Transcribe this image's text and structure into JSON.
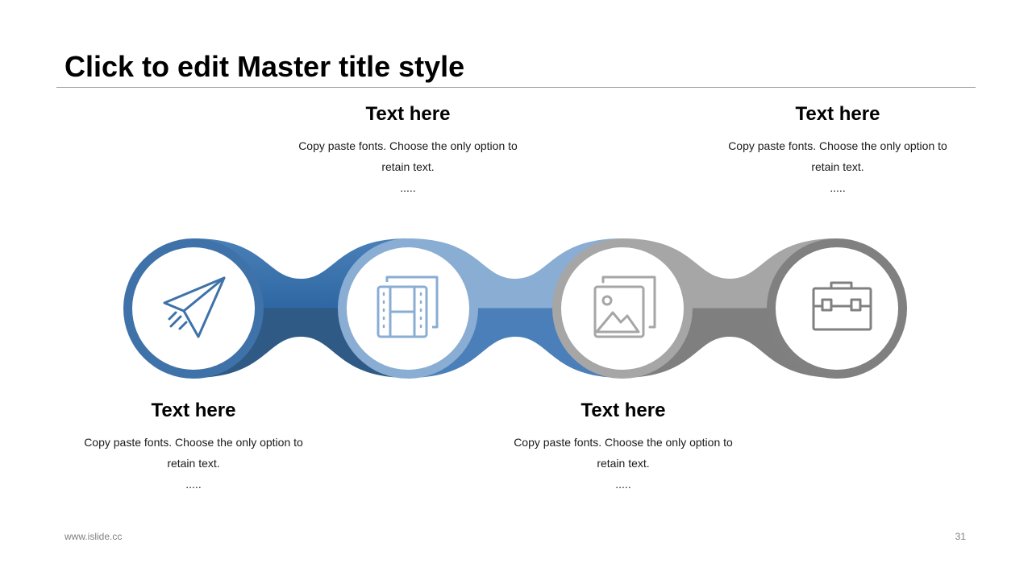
{
  "slide": {
    "title": "Click to edit Master title style",
    "footer_url": "www.islide.cc",
    "page_number": "31"
  },
  "steps": [
    {
      "heading": "Text here",
      "body": "Copy paste fonts. Choose the only option to retain text.",
      "more": ".....",
      "icon": "paper-plane-icon",
      "color": "#3e72a9"
    },
    {
      "heading": "Text here",
      "body": "Copy paste fonts. Choose the only option to retain text.",
      "more": ".....",
      "icon": "film-icon",
      "color": "#8aadd3"
    },
    {
      "heading": "Text here",
      "body": "Copy paste fonts. Choose the only option to retain text.",
      "more": ".....",
      "icon": "image-icon",
      "color": "#a6a6a6"
    },
    {
      "heading": "Text here",
      "body": "Copy paste fonts. Choose the only option to retain text.",
      "more": ".....",
      "icon": "briefcase-icon",
      "color": "#808080"
    }
  ]
}
